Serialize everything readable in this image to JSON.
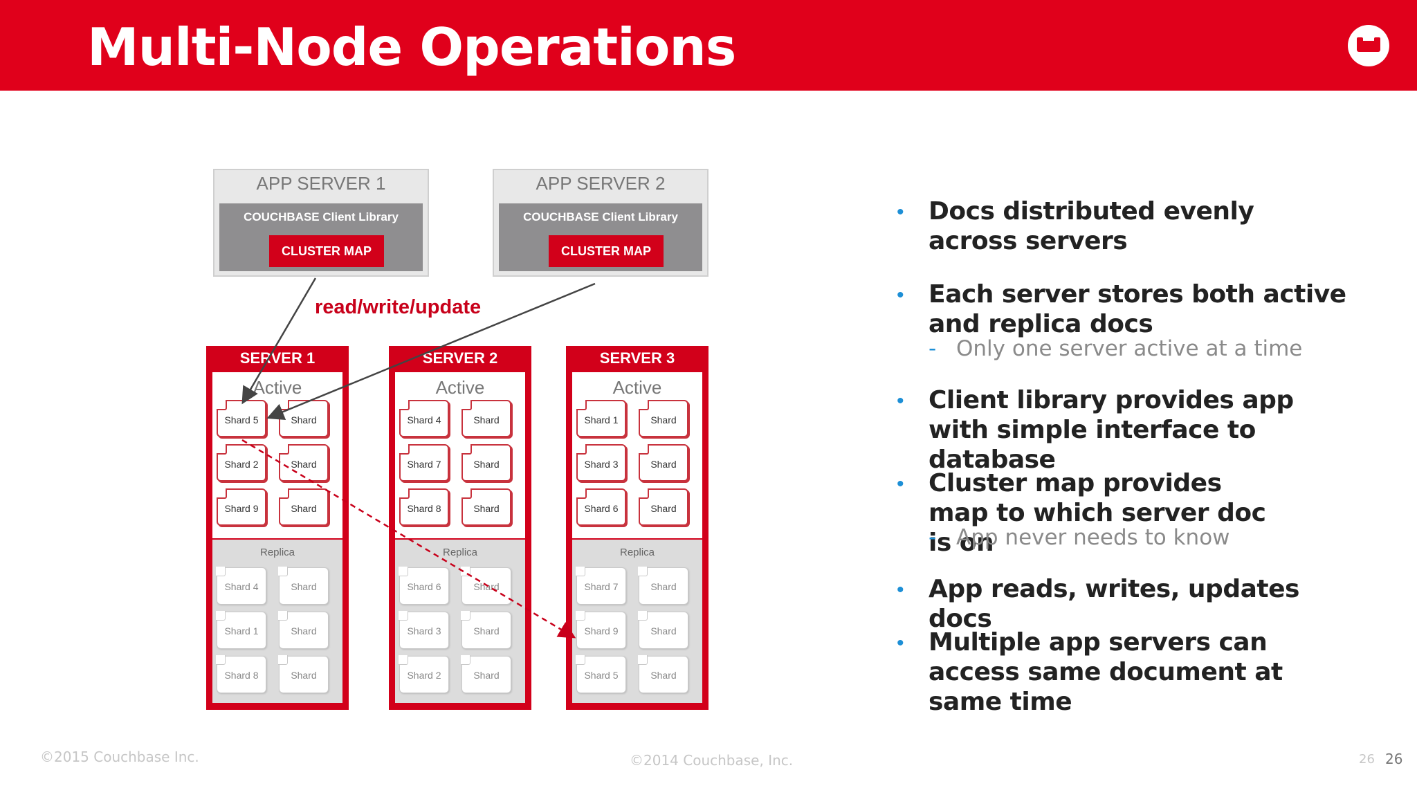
{
  "slide": {
    "title": "Multi-Node Operations",
    "accent_color": "#e0001b",
    "logo_icon": "couchbase-logo-icon"
  },
  "app_servers": [
    {
      "name": "APP SERVER 1",
      "library": "COUCHBASE Client Library",
      "cluster_map": "CLUSTER MAP"
    },
    {
      "name": "APP SERVER 2",
      "library": "COUCHBASE Client Library",
      "cluster_map": "CLUSTER MAP"
    }
  ],
  "connection_label": "read/write/update",
  "servers": [
    {
      "name": "SERVER 1",
      "active_label": "Active",
      "replica_label": "Replica",
      "active_shards": [
        "Shard 5",
        "Shard",
        "Shard 2",
        "Shard",
        "Shard 9",
        "Shard"
      ],
      "replica_shards": [
        "Shard 4",
        "Shard",
        "Shard 1",
        "Shard",
        "Shard 8",
        "Shard"
      ]
    },
    {
      "name": "SERVER 2",
      "active_label": "Active",
      "replica_label": "Replica",
      "active_shards": [
        "Shard 4",
        "Shard",
        "Shard 7",
        "Shard",
        "Shard 8",
        "Shard"
      ],
      "replica_shards": [
        "Shard 6",
        "Shard",
        "Shard 3",
        "Shard",
        "Shard 2",
        "Shard"
      ]
    },
    {
      "name": "SERVER 3",
      "active_label": "Active",
      "replica_label": "Replica",
      "active_shards": [
        "Shard 1",
        "Shard",
        "Shard 3",
        "Shard",
        "Shard 6",
        "Shard"
      ],
      "replica_shards": [
        "Shard 7",
        "Shard",
        "Shard 9",
        "Shard",
        "Shard 5",
        "Shard"
      ]
    }
  ],
  "bullets": [
    {
      "text": "Docs distributed evenly across servers"
    },
    {
      "text": "Each server stores both active and replica docs",
      "sub": "Only one server active at a time"
    },
    {
      "text": "Client library provides app with simple interface to database"
    },
    {
      "text": "Cluster map provides map to which server doc is on",
      "sub": "App never needs to know"
    },
    {
      "text": "App reads, writes, updates docs"
    },
    {
      "text": "Multiple app servers can access same document at same time"
    }
  ],
  "footer": {
    "left": "©2015 Couchbase Inc.",
    "center": "©2014 Couchbase, Inc.",
    "page_small": "26",
    "page": "26"
  }
}
